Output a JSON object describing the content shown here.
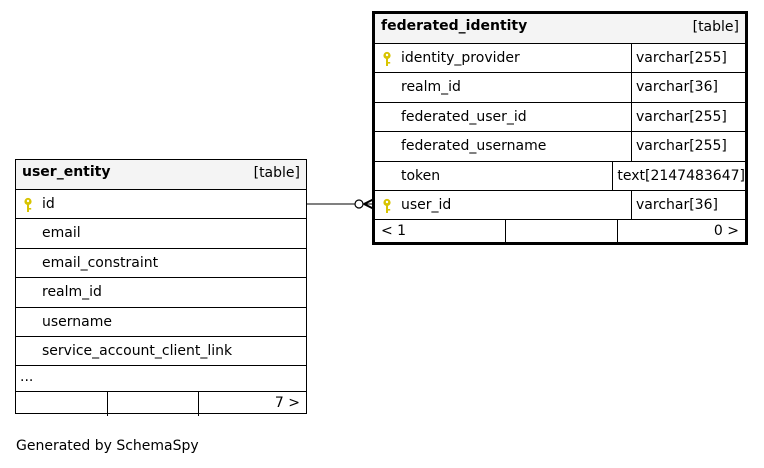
{
  "user_entity": {
    "name": "user_entity",
    "kind": "[table]",
    "columns": [
      {
        "name": "id",
        "key": true
      },
      {
        "name": "email",
        "key": false
      },
      {
        "name": "email_constraint",
        "key": false
      },
      {
        "name": "realm_id",
        "key": false
      },
      {
        "name": "username",
        "key": false
      },
      {
        "name": "service_account_client_link",
        "key": false
      }
    ],
    "ellipsis": "...",
    "footer": {
      "parents": "",
      "middle": "",
      "children": "7 >"
    }
  },
  "federated_identity": {
    "name": "federated_identity",
    "kind": "[table]",
    "columns": [
      {
        "name": "identity_provider",
        "type": "varchar[255]",
        "key": true
      },
      {
        "name": "realm_id",
        "type": "varchar[36]",
        "key": false
      },
      {
        "name": "federated_user_id",
        "type": "varchar[255]",
        "key": false
      },
      {
        "name": "federated_username",
        "type": "varchar[255]",
        "key": false
      },
      {
        "name": "token",
        "type": "text[2147483647]",
        "key": false
      },
      {
        "name": "user_id",
        "type": "varchar[36]",
        "key": true
      }
    ],
    "footer": {
      "parents": "< 1",
      "middle": "",
      "children": "0 >"
    }
  },
  "key_icon_color": "#d8c400",
  "caption": "Generated by SchemaSpy"
}
